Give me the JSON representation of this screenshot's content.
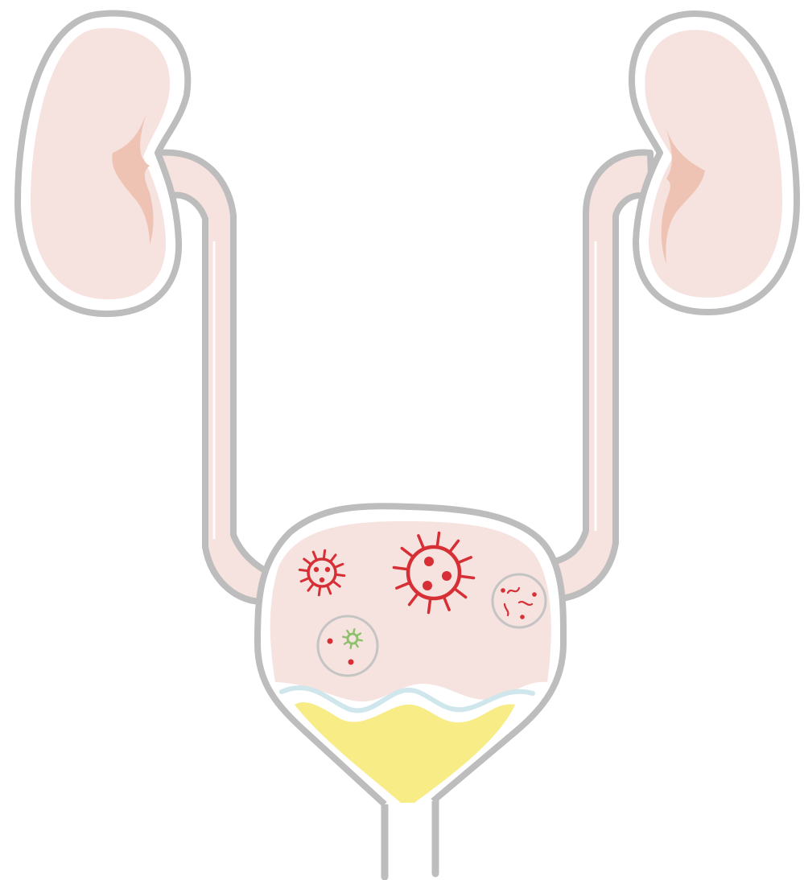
{
  "diagram": {
    "subject": "urinary-tract-infection",
    "parts": [
      "left-kidney",
      "right-kidney",
      "left-ureter",
      "right-ureter",
      "bladder",
      "urethra"
    ],
    "pathogens": [
      "large-virus",
      "small-virus",
      "fungal-spore-cell",
      "bacteria-cell"
    ]
  },
  "colors": {
    "outline": "#bdbdbd",
    "tissue": "#f6e2df",
    "renal_pelvis": "#efc3b4",
    "urine": "#f8ec86",
    "urine_surface": "#cfe7ec",
    "pathogen_red": "#d62f36",
    "pathogen_green": "#8cc06b",
    "cell_outline": "#c4c4c4",
    "background": "#ffffff"
  }
}
